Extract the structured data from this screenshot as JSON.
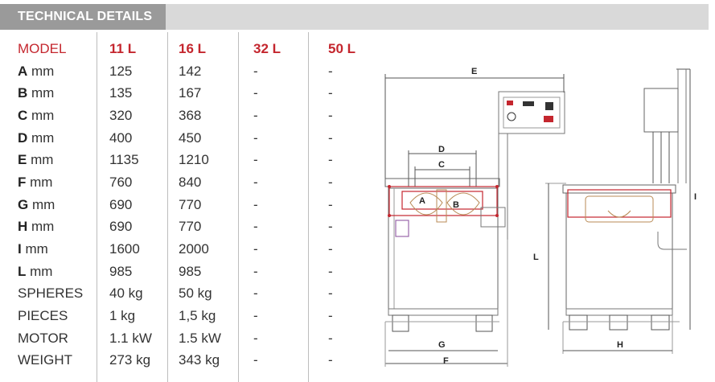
{
  "header": {
    "title": "TECHNICAL DETAILS"
  },
  "table": {
    "columns": [
      "MODEL",
      "11 L",
      "16 L",
      "32 L",
      "50 L"
    ],
    "rows": [
      {
        "letter": "A",
        "unit": "mm",
        "values": [
          "125",
          "142",
          "-",
          "-"
        ]
      },
      {
        "letter": "B",
        "unit": "mm",
        "values": [
          "135",
          "167",
          "-",
          "-"
        ]
      },
      {
        "letter": "C",
        "unit": "mm",
        "values": [
          "320",
          "368",
          "-",
          "-"
        ]
      },
      {
        "letter": "D",
        "unit": "mm",
        "values": [
          "400",
          "450",
          "-",
          "-"
        ]
      },
      {
        "letter": "E",
        "unit": "mm",
        "values": [
          "1135",
          "1210",
          "-",
          "-"
        ]
      },
      {
        "letter": "F",
        "unit": "mm",
        "values": [
          "760",
          "840",
          "-",
          "-"
        ]
      },
      {
        "letter": "G",
        "unit": "mm",
        "values": [
          "690",
          "770",
          "-",
          "-"
        ]
      },
      {
        "letter": "H",
        "unit": "mm",
        "values": [
          "690",
          "770",
          "-",
          "-"
        ]
      },
      {
        "letter": "I",
        "unit": "mm",
        "values": [
          "1600",
          "2000",
          "-",
          "-"
        ]
      },
      {
        "letter": "L",
        "unit": "mm",
        "values": [
          "985",
          "985",
          "-",
          "-"
        ]
      }
    ],
    "text_rows": [
      {
        "label": "SPHERES",
        "values": [
          "40 kg",
          "50 kg",
          "-",
          "-"
        ]
      },
      {
        "label": "PIECES",
        "values": [
          "1 kg",
          "1,5 kg",
          "-",
          "-"
        ]
      },
      {
        "label": "MOTOR",
        "values": [
          "1.1 kW",
          "1.5 kW",
          "-",
          "-"
        ]
      },
      {
        "label": "WEIGHT",
        "values": [
          "273 kg",
          "343 kg",
          "-",
          "-"
        ]
      }
    ]
  },
  "drawing": {
    "labels": {
      "E": "E",
      "D": "D",
      "C": "C",
      "A": "A",
      "B": "B",
      "G": "G",
      "F": "F",
      "H": "H",
      "I": "I",
      "L": "L"
    }
  },
  "colors": {
    "accent": "#c4262e",
    "header_bg": "#d9d9d9",
    "header_tab": "#9a9a9a"
  }
}
